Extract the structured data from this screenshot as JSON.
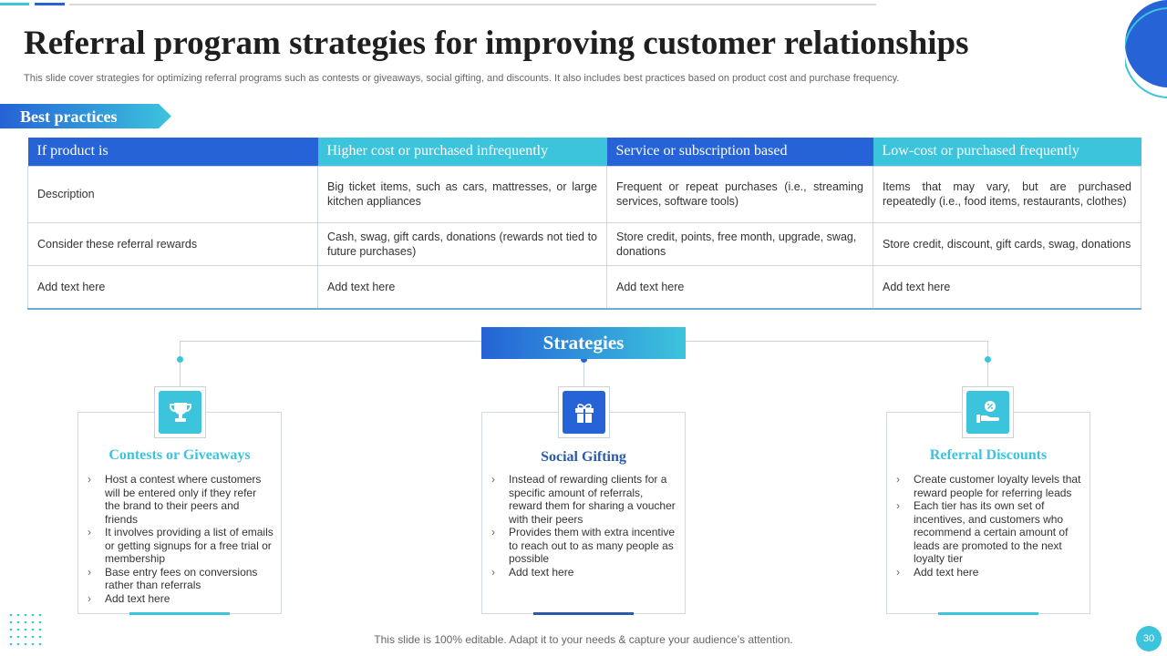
{
  "title": "Referral program strategies for improving customer relationships",
  "subtitle": "This slide cover strategies for optimizing referral programs such as contests or giveaways, social gifting, and discounts. It also includes best practices based on product cost and purchase frequency.",
  "best_practices": {
    "label": "Best practices",
    "headers": [
      "If product is",
      "Higher cost or purchased infrequently",
      "Service or subscription based",
      "Low-cost or purchased frequently"
    ],
    "rows": [
      [
        "Description",
        "Big ticket items, such as cars, mattresses, or large kitchen appliances",
        "Frequent or repeat purchases (i.e., streaming services, software tools)",
        "Items that may vary, but are purchased repeatedly (i.e., food items, restaurants, clothes)"
      ],
      [
        "Consider these referral  rewards",
        "Cash, swag, gift cards, donations (rewards not tied to future purchases)",
        "Store credit, points, free month, upgrade, swag, donations",
        "Store credit, discount, gift cards, swag, donations"
      ],
      [
        "Add text here",
        "Add text here",
        "Add text here",
        "Add text here"
      ]
    ],
    "header_colors": [
      "#2563d6",
      "#3cc4dd",
      "#2563d6",
      "#3cc4dd"
    ]
  },
  "strategies": {
    "label": "Strategies",
    "cards": [
      {
        "title": "Contests or Giveaways",
        "icon": "trophy-icon",
        "color": "#3cc4dd",
        "bullets": [
          "Host a contest where customers will be entered only if they refer the brand to their peers and friends",
          "It involves providing a list of emails or getting signups for a free trial or membership",
          "Base entry fees on conversions rather than referrals",
          "Add text here"
        ]
      },
      {
        "title": "Social Gifting",
        "icon": "gift-icon",
        "color": "#2563d6",
        "bullets": [
          "Instead of rewarding clients for a specific amount of referrals, reward them for sharing a voucher with their peers",
          "Provides them with extra incentive to reach out to as many people as possible",
          "Add text here"
        ]
      },
      {
        "title": "Referral Discounts",
        "icon": "discount-hand-icon",
        "color": "#3cc4dd",
        "bullets": [
          "Create customer loyalty levels that reward people for referring leads",
          "Each tier has its own set of incentives, and customers who recommend a certain amount of leads are promoted to the next loyalty tier",
          "Add text here"
        ]
      }
    ]
  },
  "footer": "This slide is 100% editable. Adapt it to your needs & capture your audience’s attention.",
  "page_number": "30"
}
